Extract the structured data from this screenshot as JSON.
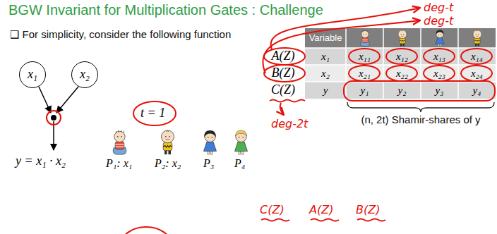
{
  "diagram": {
    "title": "BGW Invariant for Multiplication Gates : Challenge",
    "nodes": [
      {
        "text": [
          "x₁"
        ]
      },
      {
        "text": [
          "x₂"
        ]
      }
    ],
    "labels": [
      "❑ For simplicity, consider the following function",
      "y = x₁ · x₂",
      "t = 1",
      "P₁: x₁",
      "P₂: x₂",
      "P₃",
      "P₄",
      "Variable",
      "A(Z)",
      "x₁",
      "x₁₁",
      "x₁₂",
      "x₁₃",
      "x₁₄",
      "B(Z)",
      "x₂",
      "x₂₁",
      "x₂₂",
      "x₂₃",
      "x₂₄",
      "C(Z)",
      "y",
      "y₁",
      "y₂",
      "y₃",
      "y₄",
      "(n, 2t) Shamir-shares of y",
      "deg-t",
      "deg-t",
      "deg-2t",
      "C(Z)",
      "A(Z)",
      "B(Z)"
    ]
  }
}
